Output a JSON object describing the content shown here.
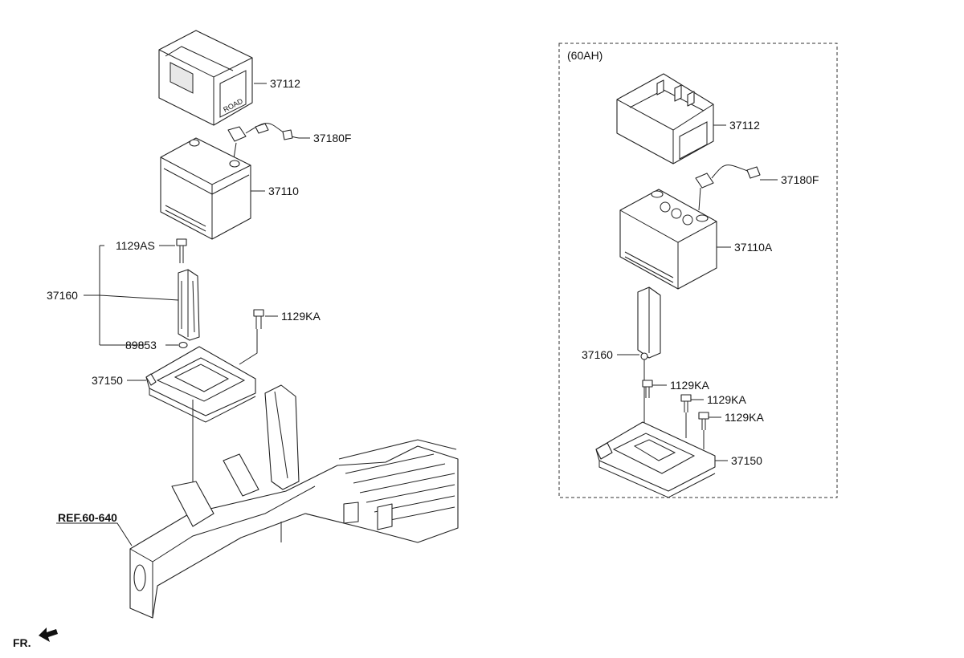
{
  "frame_label": "(60AH)",
  "left_assembly": {
    "cover": "37112",
    "sensor": "37180F",
    "battery": "37110",
    "bolt_top": "1129AS",
    "bracket": "37160",
    "nut": "89853",
    "bolt_right": "1129KA",
    "tray": "37150"
  },
  "right_assembly": {
    "cover": "37112",
    "sensor": "37180F",
    "battery": "37110A",
    "bracket": "37160",
    "bolt_1": "1129KA",
    "bolt_2": "1129KA",
    "bolt_3": "1129KA",
    "tray": "37150"
  },
  "reference": "REF.60-640",
  "front_indicator": "FR."
}
